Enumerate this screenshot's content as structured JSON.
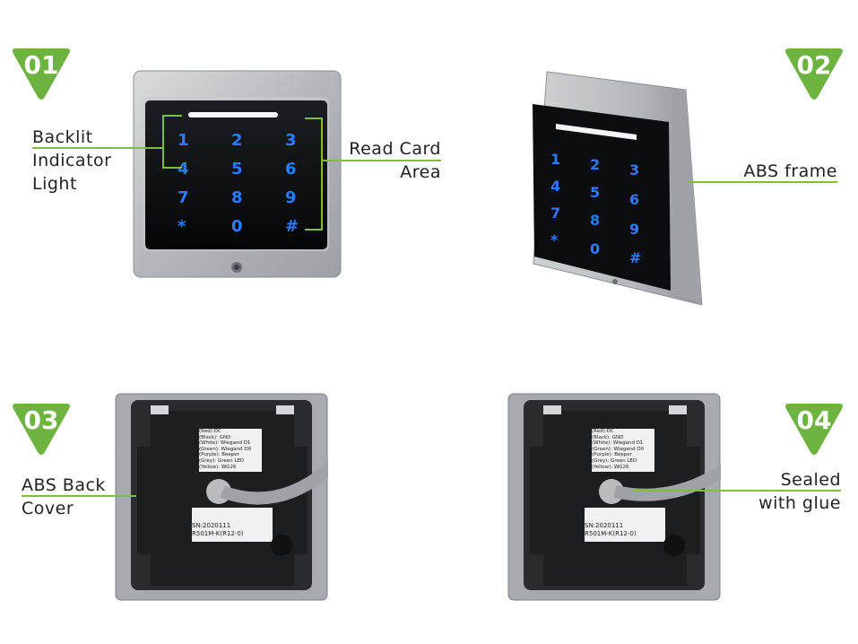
{
  "colors": {
    "accent_green": "#6db33f",
    "key_blue": "#1e6cff",
    "frame_silver": "#b9bdc2",
    "panel_black": "#0d0f12"
  },
  "badges": [
    "01",
    "02",
    "03",
    "04"
  ],
  "callouts": {
    "backlit": [
      "Backlit",
      "Indicator",
      "Light"
    ],
    "read_card": [
      "Read Card",
      "Area"
    ],
    "abs_frame": [
      "ABS frame"
    ],
    "abs_back": [
      "ABS Back",
      "Cover"
    ],
    "sealed": [
      "Sealed",
      "with glue"
    ]
  },
  "keypad": {
    "keys": [
      "1",
      "2",
      "3",
      "4",
      "5",
      "6",
      "7",
      "8",
      "9",
      "*",
      "0",
      "#"
    ]
  },
  "back_label": {
    "wiring": [
      "(Red):DC",
      "(Black): GND",
      "(White): Wiegand D1",
      "(Green): Wiegand D0",
      "(Purple): Beeper",
      "(Grey): Green LED",
      "(Yellow): WG26"
    ],
    "serial": "SN:2020111",
    "model": "R501M-K(R12-0)"
  }
}
